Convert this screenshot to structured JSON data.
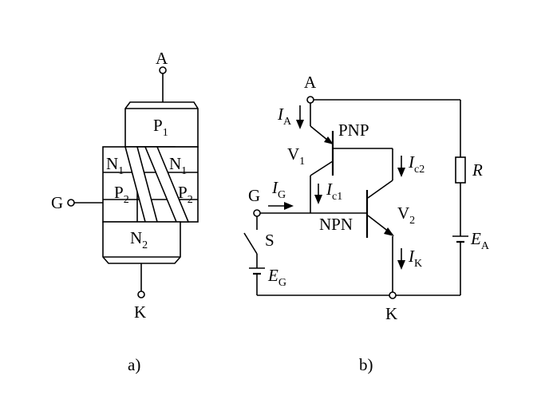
{
  "part_a": {
    "caption": "a)",
    "terminals": {
      "anode": "A",
      "gate": "G",
      "cathode": "K"
    },
    "layers": [
      {
        "main": "P",
        "sub": "1"
      },
      {
        "main": "N",
        "sub": "1"
      },
      {
        "main": "N",
        "sub": "1"
      },
      {
        "main": "P",
        "sub": "2"
      },
      {
        "main": "P",
        "sub": "2"
      },
      {
        "main": "N",
        "sub": "2"
      }
    ]
  },
  "part_b": {
    "caption": "b)",
    "terminals": {
      "anode": "A",
      "gate": "G",
      "cathode": "K"
    },
    "transistors": [
      {
        "type": "PNP",
        "name": "V",
        "sub": "1"
      },
      {
        "type": "NPN",
        "name": "V",
        "sub": "2"
      }
    ],
    "switch": "S",
    "resistor": "R",
    "sources": [
      {
        "main": "E",
        "sub": "A"
      },
      {
        "main": "E",
        "sub": "G"
      }
    ],
    "currents": [
      {
        "main": "I",
        "sub": "A"
      },
      {
        "main": "I",
        "sub": "G"
      },
      {
        "main": "I",
        "sub": "c1"
      },
      {
        "main": "I",
        "sub": "c2"
      },
      {
        "main": "I",
        "sub": "K"
      }
    ]
  }
}
